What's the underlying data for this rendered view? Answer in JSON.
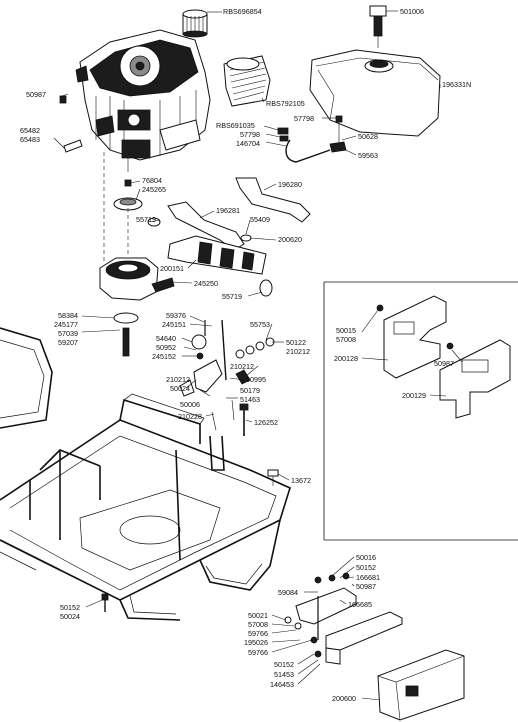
{
  "labels": {
    "l01": "RBS696854",
    "l02": "501006",
    "l03": "196331N",
    "l04": "50987",
    "l05": "RBS792105",
    "l06": "57798",
    "l07": "RBS691035",
    "l08": "57798",
    "l09": "50628",
    "l10": "65482",
    "l11": "65483",
    "l12": "146704",
    "l13": "59563",
    "l14": "76804",
    "l15": "245265",
    "l16": "196280",
    "l17": "196281",
    "l18": "55719",
    "l19": "55409",
    "l20": "200620",
    "l21": "200151",
    "l22": "245250",
    "l23": "55719",
    "l24": "59376",
    "l25": "245151",
    "l26": "55753",
    "l27": "58384",
    "l28": "245177",
    "l29": "57039",
    "l30": "59207",
    "l31": "54640",
    "l32": "50952",
    "l33": "245152",
    "l34": "50122",
    "l35": "210212",
    "l36": "210212",
    "l37": "210212",
    "l38": "50024",
    "l39": "50995",
    "l40": "50006",
    "l41": "50179",
    "l42": "51463",
    "l43": "210228",
    "l44": "126252",
    "l45": "50015",
    "l46": "57008",
    "l47": "200128",
    "l48": "50987",
    "l49": "200129",
    "l50": "13672",
    "l51": "50016",
    "l52": "50152",
    "l53": "166681",
    "l54": "50987",
    "l55": "59084",
    "l56": "166685",
    "l57": "50021",
    "l58": "57008",
    "l59": "59766",
    "l60": "195026",
    "l61": "59766",
    "l62": "50152",
    "l63": "51453",
    "l64": "146453",
    "l65": "200600",
    "l66": "50152",
    "l67": "50024"
  }
}
